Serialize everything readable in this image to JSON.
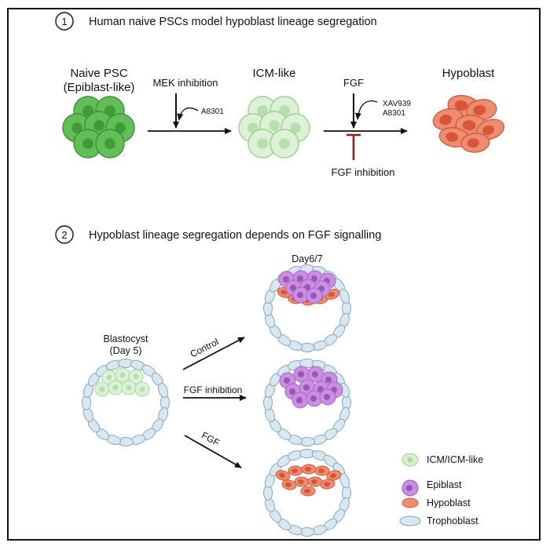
{
  "panel1": {
    "number": "1",
    "title": "Human naive PSCs model hypoblast lineage segregation",
    "stage1": {
      "line1": "Naive PSC",
      "line2": "(Epiblast-like)"
    },
    "step1": {
      "label": "MEK inhibition",
      "inhibitor": "A8301"
    },
    "stage2": {
      "label": "ICM-like"
    },
    "step2": {
      "label": "FGF",
      "inhibitor1": "XAV939",
      "inhibitor2": "A8301",
      "block_label": "FGF inhibition"
    },
    "stage3": {
      "label": "Hypoblast"
    }
  },
  "panel2": {
    "number": "2",
    "title": "Hypoblast lineage segregation depends on FGF signalling",
    "start": {
      "line1": "Blastocyst",
      "line2": "(Day 5)"
    },
    "end_label": "Day6/7",
    "arrows": {
      "control": "Control",
      "fgf_inhibition": "FGF inhibition",
      "fgf": "FGF"
    }
  },
  "legend": {
    "items": [
      {
        "label": "ICM/ICM-like",
        "color": "#d6efd0"
      },
      {
        "label": "Epiblast",
        "color": "#c98fe0"
      },
      {
        "label": "Hypoblast",
        "color": "#ee8d70"
      },
      {
        "label": "Trophoblast",
        "color": "#d8e7f0"
      }
    ]
  },
  "colors": {
    "naive_cell": "#62bf57",
    "naive_nucleus": "#3f9a37",
    "icm_cell": "#dcf1d6",
    "icm_nucleus": "#b7dfae",
    "hypo_cell": "#ef8c6f",
    "hypo_nucleus": "#d7563a",
    "epi_cell": "#c98fe0",
    "epi_nucleus": "#9b55b8",
    "tropho_cell": "#d8e7f0",
    "tropho_edge": "#8aa6b8",
    "block": "#8a1f1f"
  }
}
